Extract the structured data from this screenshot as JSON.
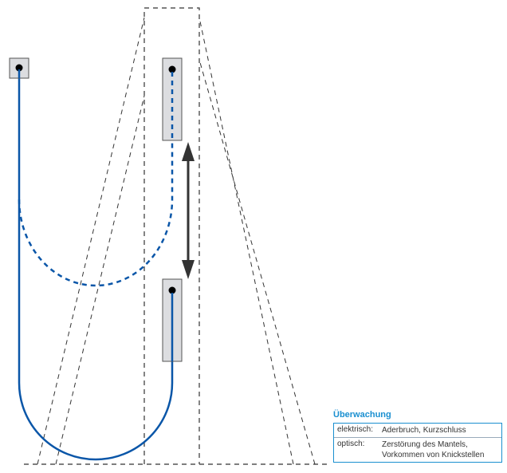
{
  "colors": {
    "cable": "#0a56a8",
    "structure": "#333333",
    "connector_fill": "#dcdde0",
    "legend_accent": "#1a8fd0"
  },
  "diagram": {
    "description": "Drag-chain cable monitoring: fixed connector on the left, moving connector travelling vertically in a dashed guide frame, cable loop shown in two positions (dashed = upper, solid = lower)",
    "elements": [
      "fixed-connector",
      "moving-connector-upper",
      "moving-connector-lower",
      "cable-upper-position",
      "cable-lower-position",
      "travel-arrow",
      "guide-frame",
      "support-lines",
      "floor-line"
    ]
  },
  "legend": {
    "title": "Überwachung",
    "rows": [
      {
        "key": "elektrisch:",
        "lines": [
          "Aderbruch, Kurzschluss"
        ]
      },
      {
        "key": "optisch:",
        "lines": [
          "Zerstörung des Mantels,",
          "Vorkommen von Knickstellen"
        ]
      }
    ]
  }
}
